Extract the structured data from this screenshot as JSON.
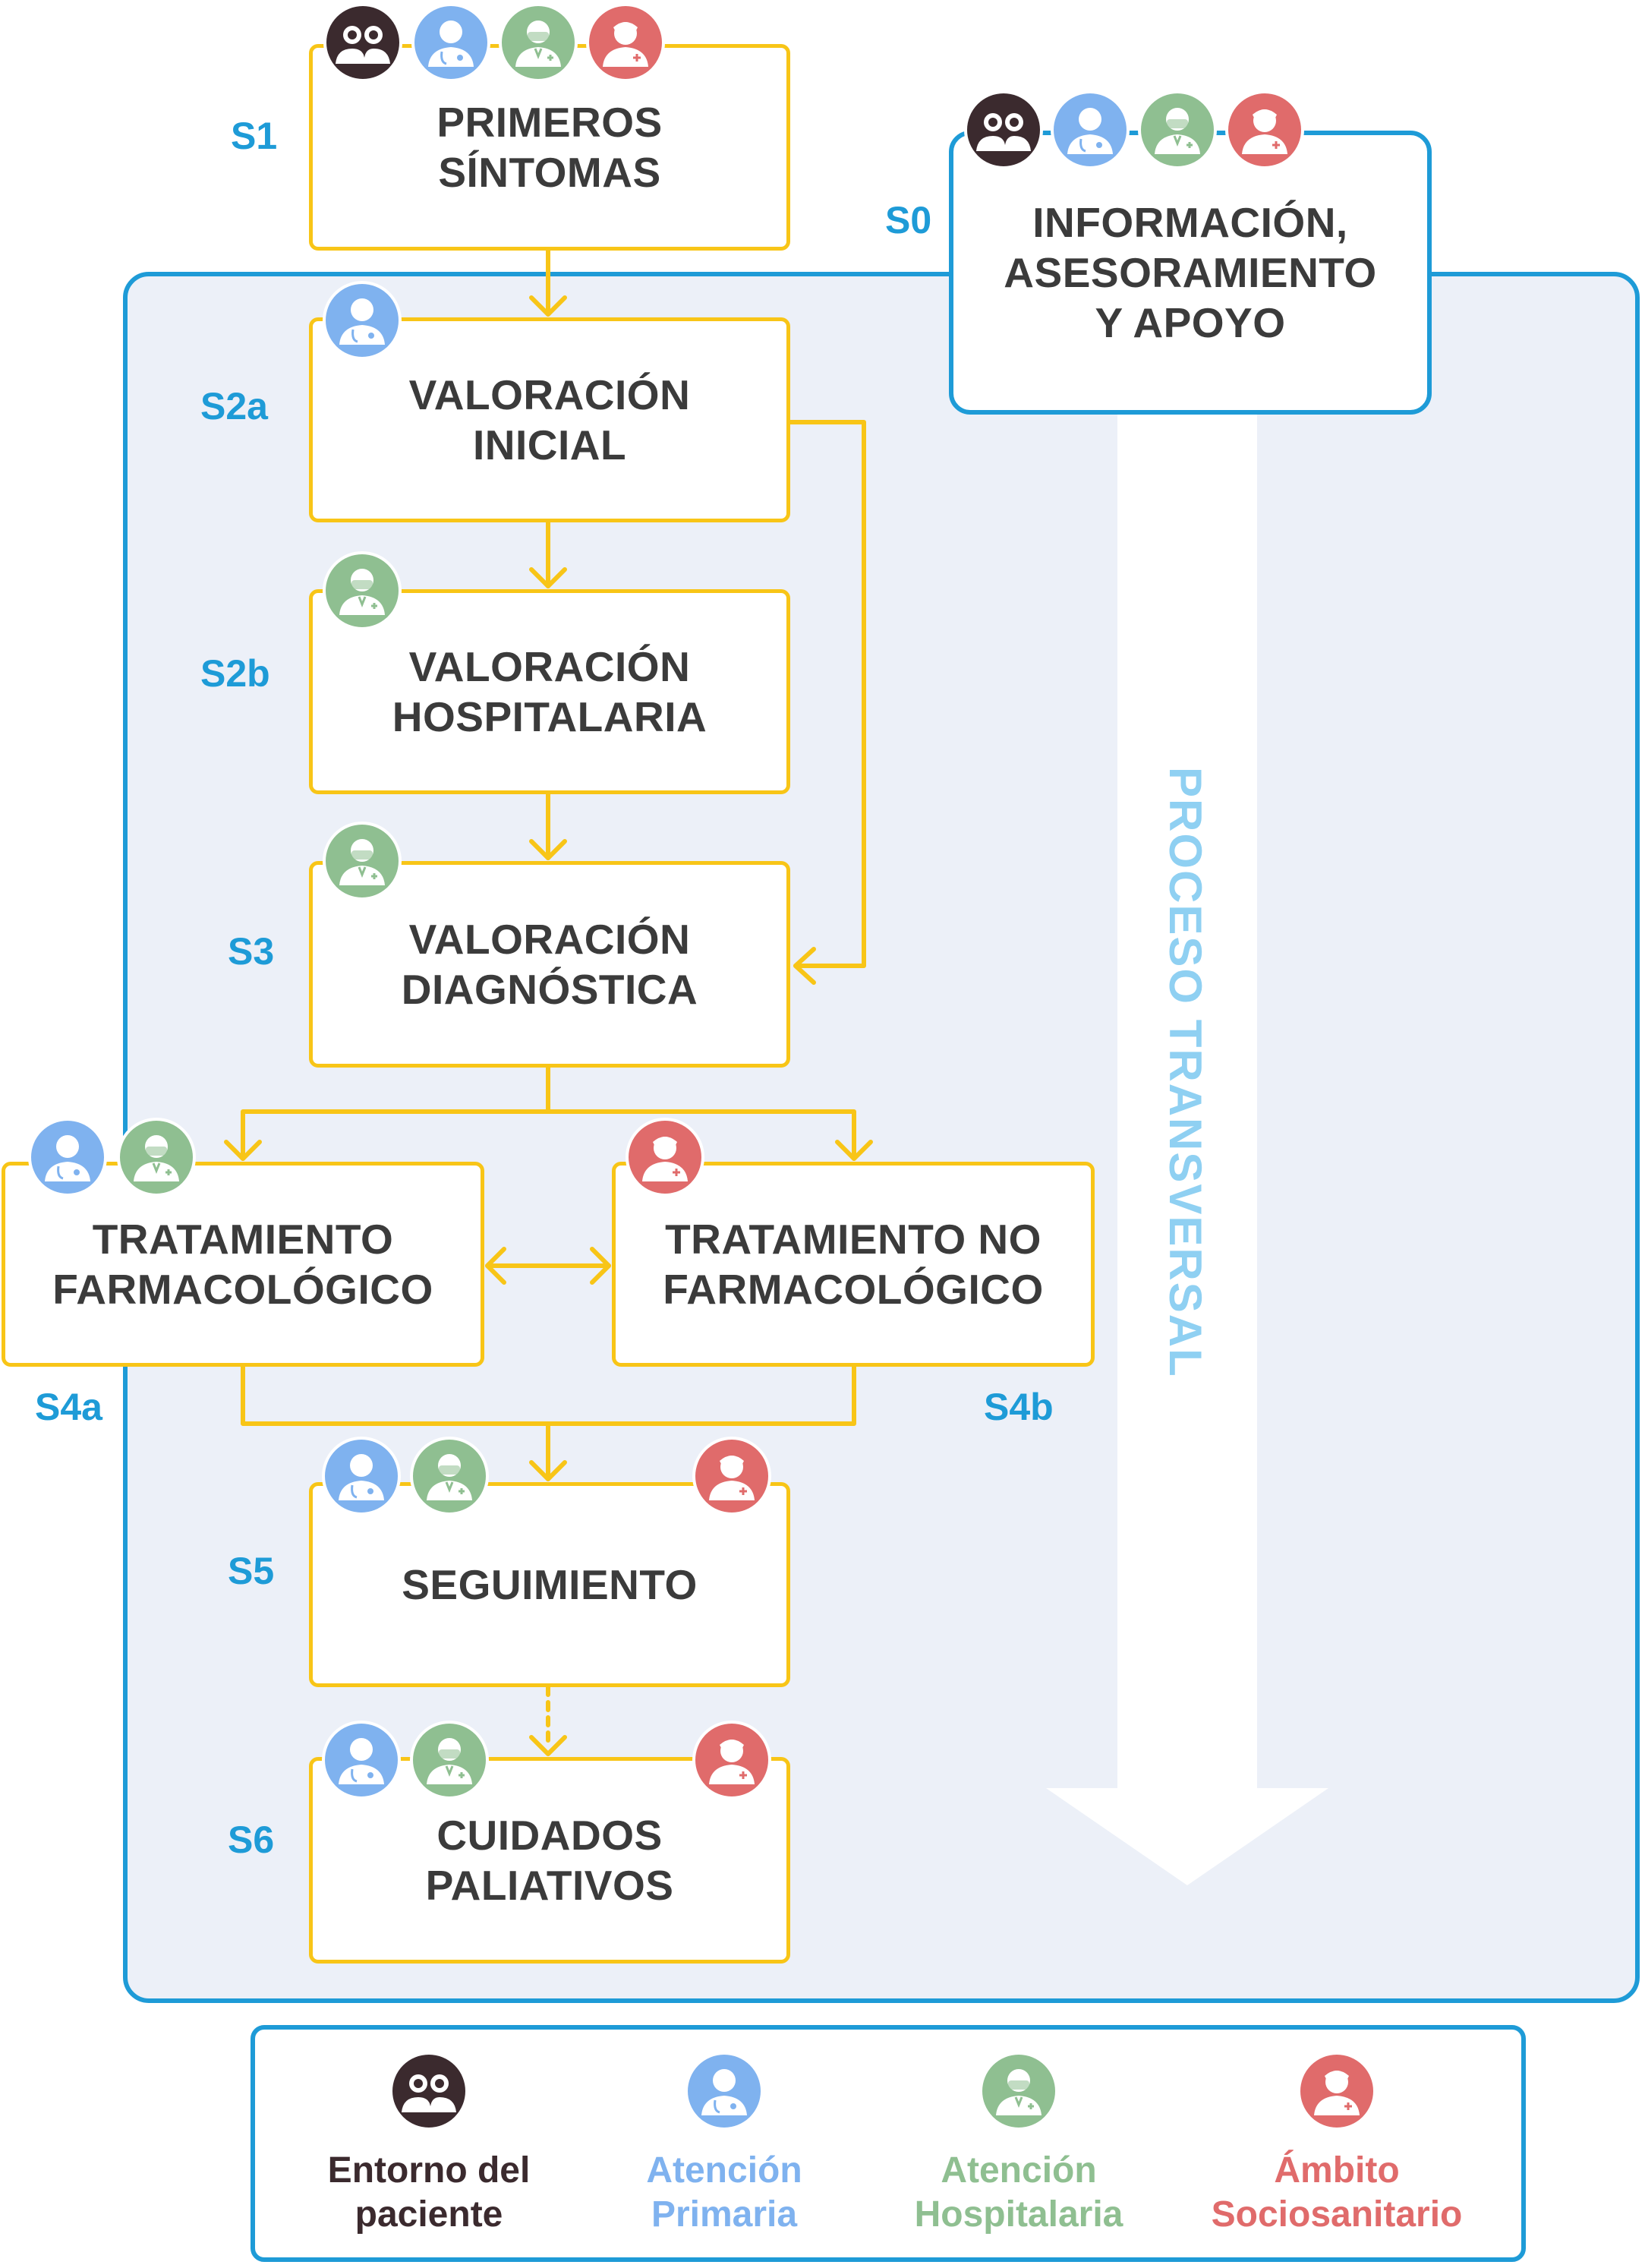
{
  "colors": {
    "flow_line": "#f8c517",
    "panel_border": "#1e9bd7",
    "panel_fill": "#ecf0f8",
    "code_text": "#1e9bd7",
    "transversal_text": "#8fd0f2",
    "entorno": "#3b2a2e",
    "primaria": "#7fb2ef",
    "hospitalaria": "#8fbf91",
    "sociosanitario": "#e06b6b"
  },
  "steps": [
    {
      "code": "S0",
      "title": "INFORMACIÓN,\nASESORAMIENTO\nY APOYO"
    },
    {
      "code": "S1",
      "title": "PRIMEROS\nSÍNTOMAS"
    },
    {
      "code": "S2a",
      "title": "VALORACIÓN\nINICIAL"
    },
    {
      "code": "S2b",
      "title": "VALORACIÓN\nHOSPITALARIA"
    },
    {
      "code": "S3",
      "title": "VALORACIÓN\nDIAGNÓSTICA"
    },
    {
      "code": "S4a",
      "title": "TRATAMIENTO\nFARMACOLÓGICO"
    },
    {
      "code": "S4b",
      "title": "TRATAMIENTO NO\nFARMACOLÓGICO"
    },
    {
      "code": "S5",
      "title": "SEGUIMIENTO"
    },
    {
      "code": "S6",
      "title": "CUIDADOS\nPALIATIVOS"
    }
  ],
  "transversal_label": "PROCESO TRANSVERSAL",
  "legend": [
    {
      "key": "entorno",
      "label": "Entorno del\npaciente",
      "icon": "people-icon",
      "color": "#3b2a2e"
    },
    {
      "key": "primaria",
      "label": "Atención\nPrimaria",
      "icon": "doctor-icon",
      "color": "#7fb2ef"
    },
    {
      "key": "hospitalaria",
      "label": "Atención\nHospitalaria",
      "icon": "surgeon-icon",
      "color": "#8fbf91"
    },
    {
      "key": "sociosanitario",
      "label": "Ámbito\nSociosanitario",
      "icon": "nurse-icon",
      "color": "#e06b6b"
    }
  ]
}
